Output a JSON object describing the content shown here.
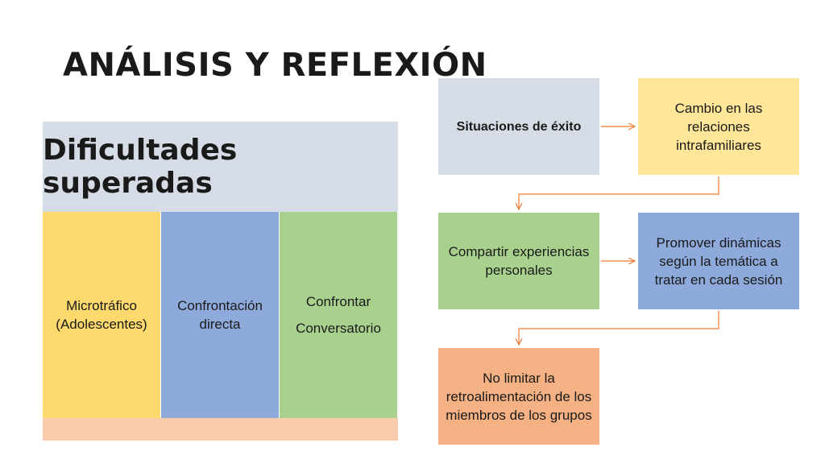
{
  "title": "ANÁLISIS Y REFLEXIÓN",
  "hierarchy": {
    "header": "Dificultades superadas",
    "columns": [
      {
        "lines": [
          "Microtráfico (Adolescentes)"
        ]
      },
      {
        "lines": [
          "Confrontación directa"
        ]
      },
      {
        "lines": [
          "Confrontar",
          "Conversatorio"
        ]
      }
    ]
  },
  "process": {
    "steps": [
      "Situaciones de éxito",
      "Cambio en las relaciones intrafamiliares",
      "Compartir experiencias personales",
      "Promover dinámicas según la temática a tratar en cada sesión",
      "No limitar la retroalimentación de los miembros de los grupos"
    ]
  },
  "colors": {
    "arrow": "#ed7d31",
    "gray_blue": "#d6dce5",
    "yellow": "#fdd96e",
    "blue": "#8eaadb",
    "green": "#a9d18e",
    "peach": "#f8cbad",
    "light_yellow": "#ffe699",
    "salmon": "#f4b183"
  }
}
